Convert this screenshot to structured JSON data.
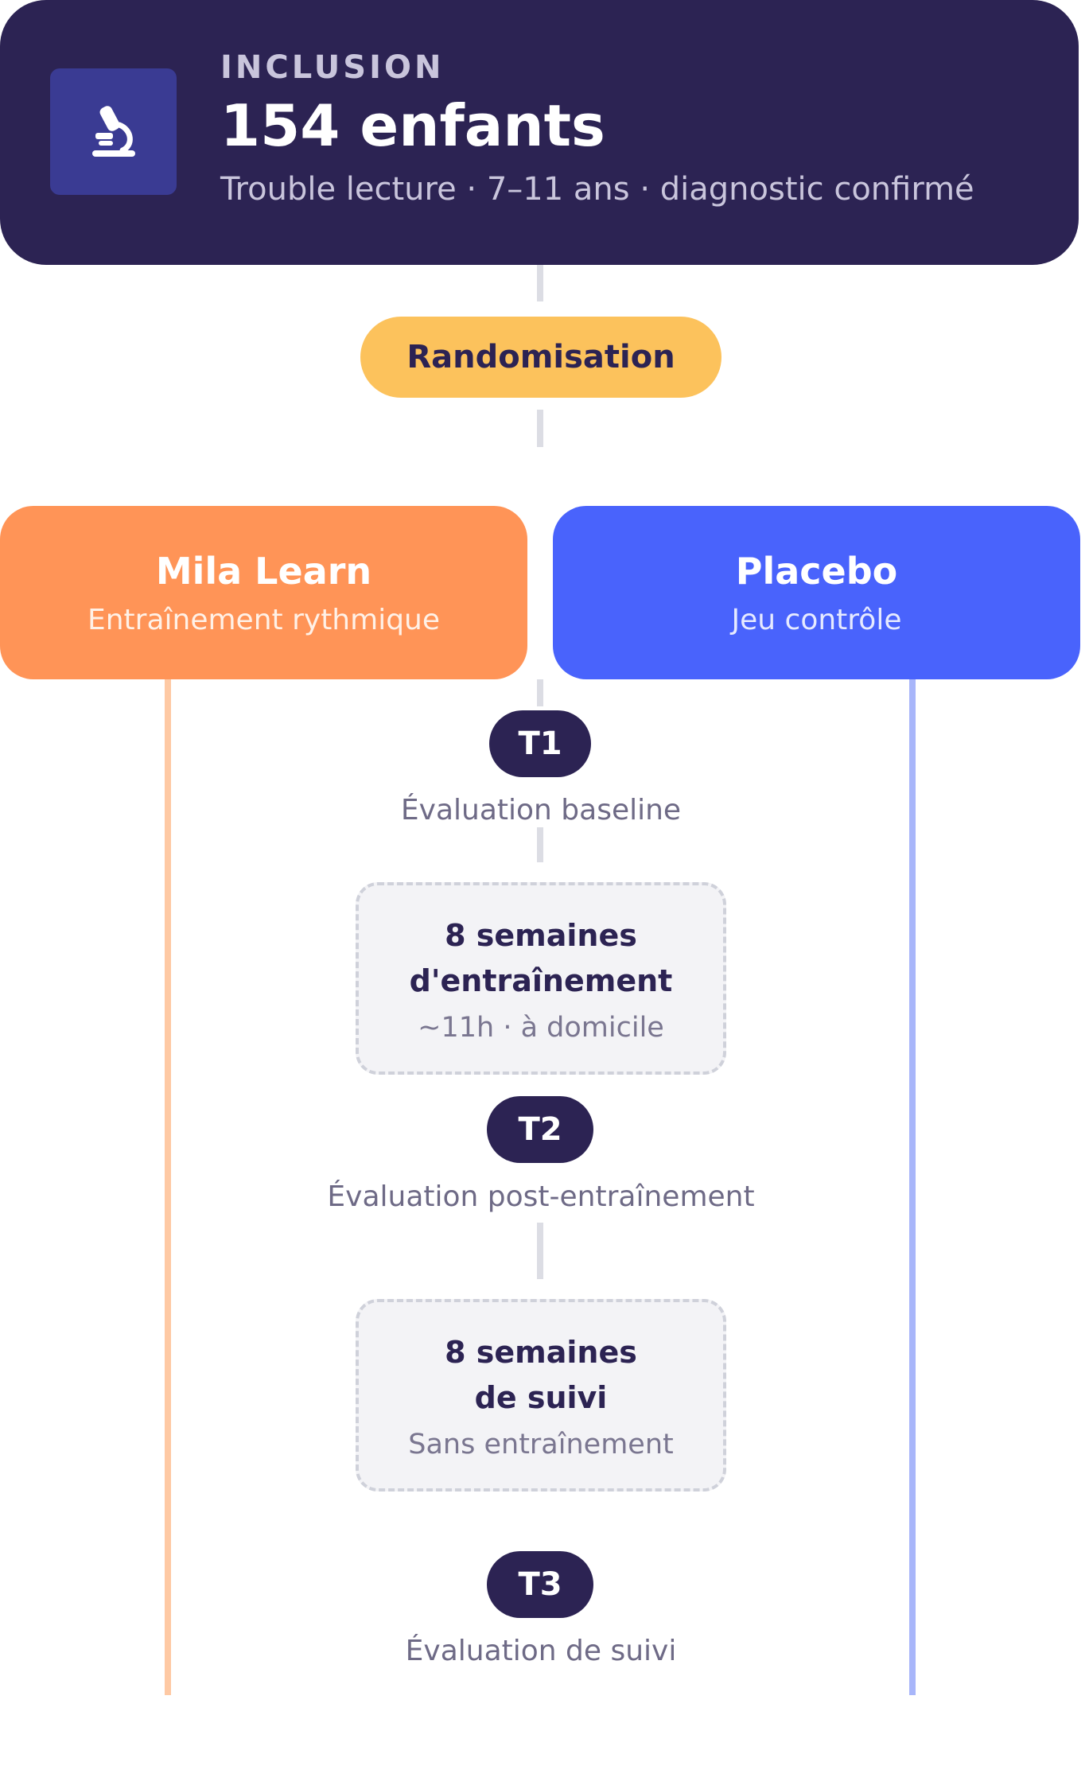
{
  "colors": {
    "navy": "#2c2353",
    "icon_bg": "#3a3b93",
    "randomisation": "#fcc25c",
    "mila_learn": "#ff9457",
    "placebo": "#4963fc",
    "connector": "#dcdde4"
  },
  "inclusion": {
    "icon": "microscope-icon",
    "label": "INCLUSION",
    "title": "154 enfants",
    "subtitle": "Trouble lecture · 7–11 ans · diagnostic confirmé"
  },
  "randomisation": {
    "label": "Randomisation"
  },
  "arms": [
    {
      "title": "Mila Learn",
      "subtitle": "Entraînement rythmique"
    },
    {
      "title": "Placebo",
      "subtitle": "Jeu contrôle"
    }
  ],
  "timepoints": [
    {
      "badge": "T1",
      "caption": "Évaluation baseline"
    },
    {
      "badge": "T2",
      "caption": "Évaluation post-entraînement"
    },
    {
      "badge": "T3",
      "caption": "Évaluation de suivi"
    }
  ],
  "phases": [
    {
      "title_line1": "8 semaines",
      "title_line2": "d'entraînement",
      "subtitle": "~11h · à domicile"
    },
    {
      "title_line1": "8 semaines",
      "title_line2": "de suivi",
      "subtitle": "Sans entraînement"
    }
  ]
}
